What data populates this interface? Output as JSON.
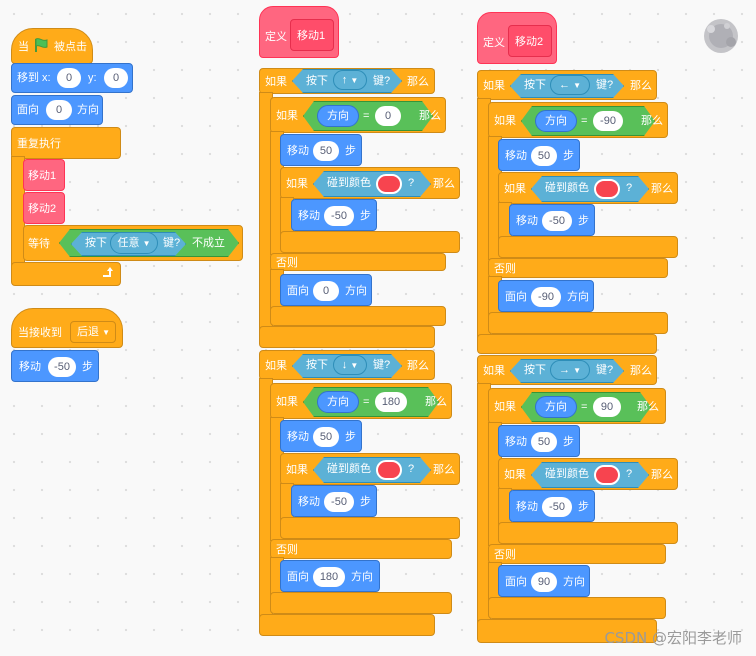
{
  "script1": {
    "when": "当",
    "flag_clicked": "被点击",
    "goto": "移到 x:",
    "x_val": "0",
    "y_lbl": "y:",
    "y_val": "0",
    "point": "面向",
    "dir_val": "0",
    "dir_lbl": "方向",
    "forever": "重复执行",
    "call1": "移动1",
    "call2": "移动2",
    "wait": "等待",
    "key_press": "按下",
    "any_key": "任意",
    "key": "键?",
    "not": "不成立"
  },
  "script2": {
    "receive": "当接收到",
    "msg": "后退",
    "move": "移动",
    "steps_val": "-50",
    "steps": "步"
  },
  "def1": {
    "define": "定义",
    "name": "移动1",
    "b1": {
      "if": "如果",
      "press": "按下",
      "key": "↑",
      "key_q": "键?",
      "then": "那么",
      "dir": "方向",
      "eq": "=",
      "dir_val": "0",
      "move": "移动",
      "move_val": "50",
      "steps": "步",
      "touch": "碰到颜色",
      "q": "?",
      "back_val": "-50",
      "else": "否则",
      "point": "面向",
      "point_val": "0"
    },
    "b2": {
      "if": "如果",
      "press": "按下",
      "key": "↓",
      "key_q": "键?",
      "then": "那么",
      "dir": "方向",
      "eq": "=",
      "dir_val": "180",
      "move": "移动",
      "move_val": "50",
      "steps": "步",
      "touch": "碰到颜色",
      "q": "?",
      "back_val": "-50",
      "else": "否则",
      "point": "面向",
      "point_val": "180"
    }
  },
  "def2": {
    "define": "定义",
    "name": "移动2",
    "b1": {
      "if": "如果",
      "press": "按下",
      "key": "←",
      "key_q": "键?",
      "then": "那么",
      "dir": "方向",
      "eq": "=",
      "dir_val": "-90",
      "move": "移动",
      "move_val": "50",
      "steps": "步",
      "touch": "碰到颜色",
      "q": "?",
      "back_val": "-50",
      "else": "否则",
      "point": "面向",
      "point_val": "-90"
    },
    "b2": {
      "if": "如果",
      "press": "按下",
      "key": "→",
      "key_q": "键?",
      "then": "那么",
      "dir": "方向",
      "eq": "=",
      "dir_val": "90",
      "move": "移动",
      "move_val": "50",
      "steps": "步",
      "touch": "碰到颜色",
      "q": "?",
      "back_val": "-50",
      "else": "否则",
      "point": "面向",
      "point_val": "90"
    }
  },
  "colors": {
    "events": "#ffab19",
    "motion": "#4c97ff",
    "sensing": "#5cb1d6",
    "operators": "#59c059",
    "custom": "#ff6680",
    "touch_color": "#f7444f"
  },
  "icons": {
    "flag": "green-flag-icon",
    "dropdown": "chevron-down-icon",
    "loop": "loop-arrow-icon"
  },
  "watermark": "CSDN @宏阳李老师"
}
